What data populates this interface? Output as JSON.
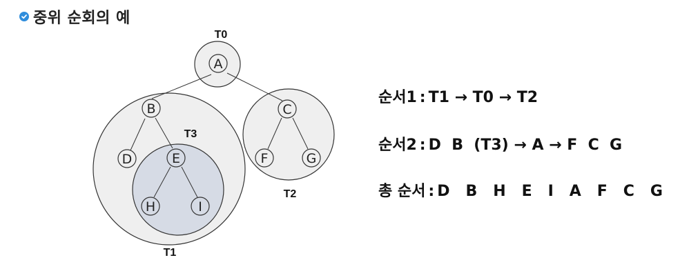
{
  "heading": {
    "bullet_icon": "check-circle-icon",
    "title": "중위 순회의 예"
  },
  "diagram": {
    "subtree_labels": {
      "t0": "T0",
      "t1": "T1",
      "t2": "T2",
      "t3": "T3"
    },
    "nodes": [
      "A",
      "B",
      "C",
      "D",
      "E",
      "F",
      "G",
      "H",
      "I"
    ],
    "colors": {
      "subtree_fill": "#efefef",
      "t3_fill": "#d6dbe5",
      "stroke": "#333333"
    }
  },
  "orders": {
    "order1": {
      "label": "순서1",
      "sep": ":",
      "value": "T1 → T0 → T2"
    },
    "order2": {
      "label": "순서2",
      "sep": ":",
      "value": "D  B  (T3) → A → F  C  G"
    },
    "order3": {
      "label": "총 순서",
      "sep": ":",
      "value": "D   B   H   E   I   A   F   C   G"
    }
  }
}
